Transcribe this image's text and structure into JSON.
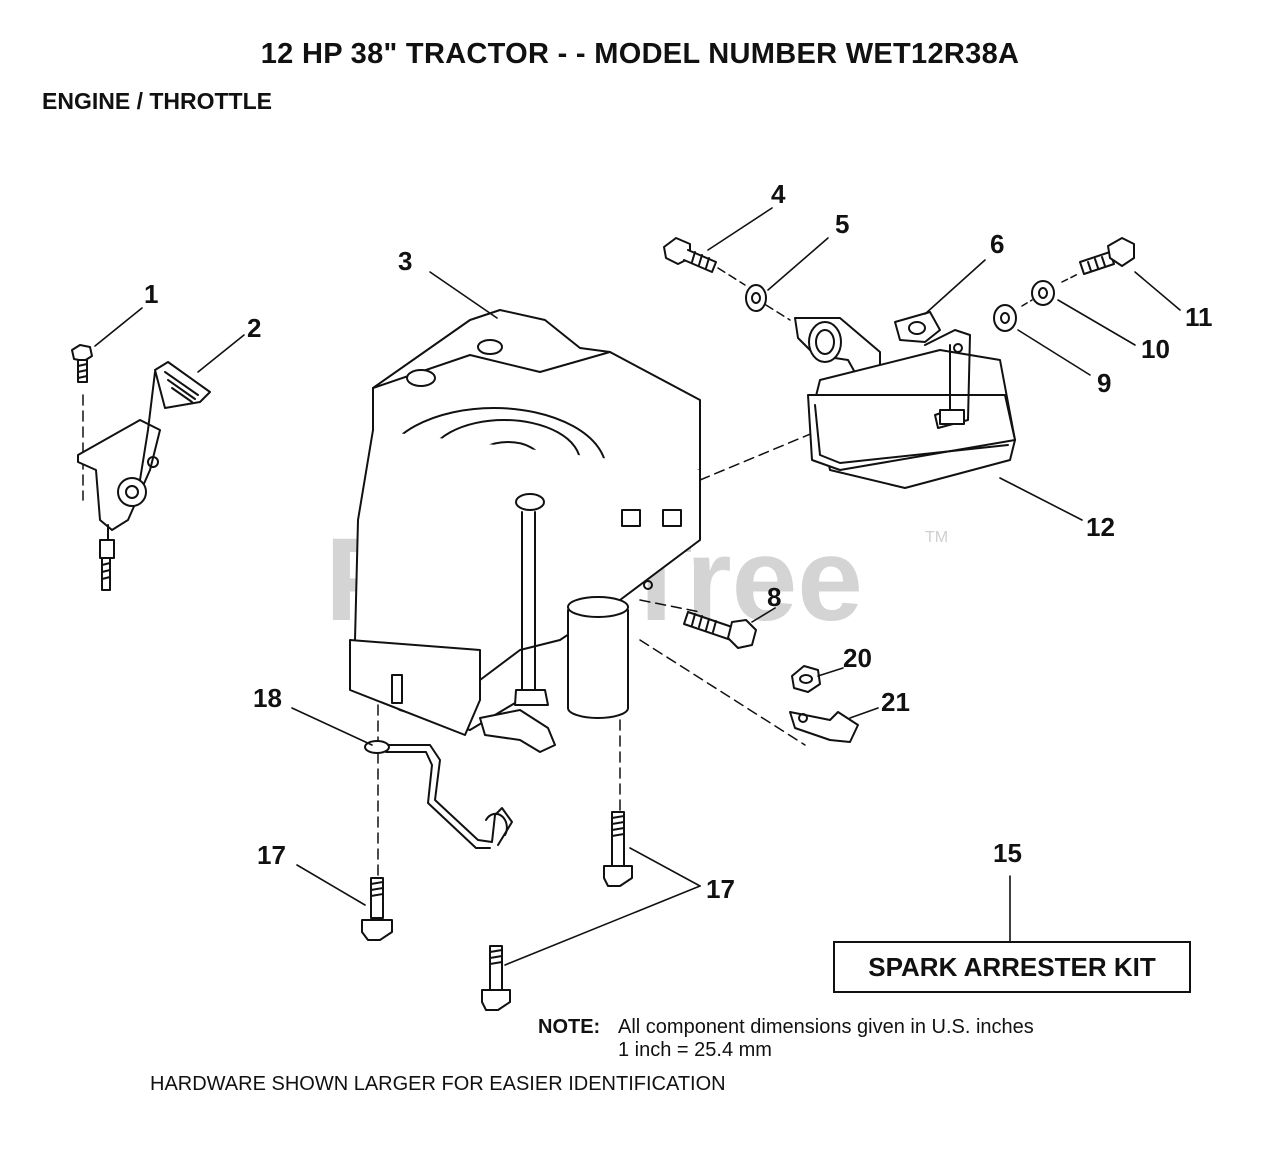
{
  "header": {
    "title": "12 HP 38\" TRACTOR - - MODEL NUMBER WET12R38A",
    "subtitle": "ENGINE / THROTTLE"
  },
  "watermark": {
    "text": "PartsTree",
    "mark": "TM"
  },
  "callouts": {
    "c1": "1",
    "c2": "2",
    "c3": "3",
    "c4": "4",
    "c5": "5",
    "c6": "6",
    "c8": "8",
    "c9": "9",
    "c10": "10",
    "c11": "11",
    "c12": "12",
    "c15": "15",
    "c17a": "17",
    "c17b": "17",
    "c18": "18",
    "c20": "20",
    "c21": "21"
  },
  "kit": {
    "label": "SPARK ARRESTER KIT"
  },
  "note": {
    "label": "NOTE:",
    "line1": "All component dimensions given in U.S. inches",
    "line2": "1 inch = 25.4 mm"
  },
  "footer": {
    "hardware": "HARDWARE SHOWN LARGER FOR EASIER IDENTIFICATION"
  }
}
